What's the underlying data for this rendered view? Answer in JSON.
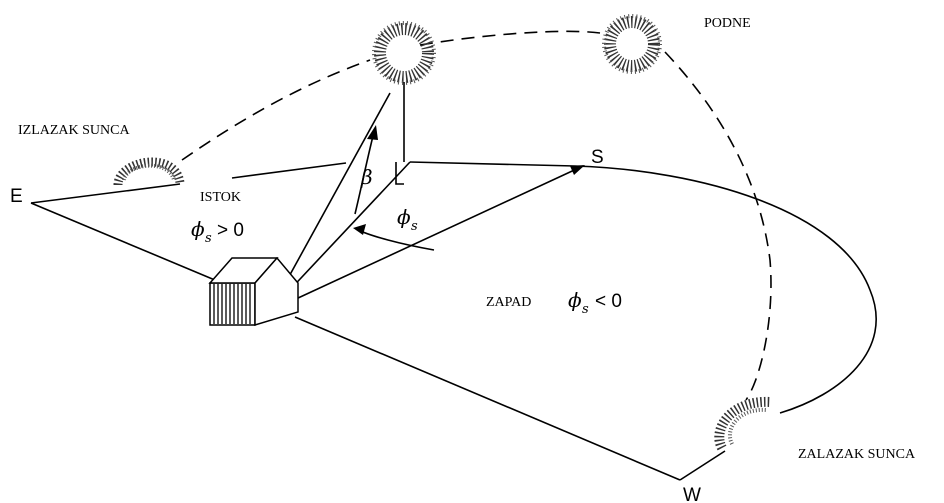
{
  "labels": {
    "sunrise": "IZLAZAK SUNCA",
    "noon": "PODNE",
    "sunset": "ZALAZAK SUNCA",
    "east_side": "ISTOK",
    "west_side": "ZAPAD",
    "east": "E",
    "south": "S",
    "west": "W",
    "beta": "β",
    "phi": "ϕ",
    "phi_sub": "s",
    "gt_zero": "> 0",
    "lt_zero": "< 0"
  }
}
